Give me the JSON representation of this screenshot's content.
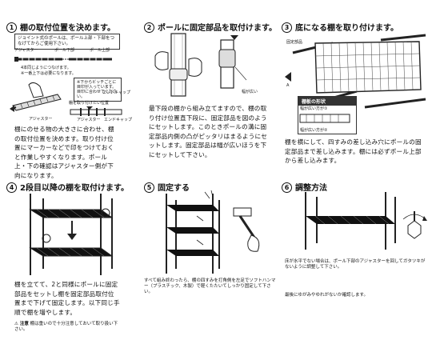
{
  "steps": {
    "s1": {
      "num": "1",
      "title": "棚の取付位置を決めます。",
      "note_top": "ジョイント式のポールは、ポール上部・下部をつなげてからご使用下さい。",
      "label_adjuster": "アジャスター",
      "label_pole_bottom": "ポール下部",
      "label_pole_top": "ポール上部",
      "note_mid": "4本同じようにつなげます。",
      "note_mid2": "※一番上下は必要になります。",
      "side_note": "※下からビッチごとに目印が入っています。目印に合わせてください。",
      "label_adj2": "アジャスター",
      "label_endcap": "エンドキャップ",
      "label_adj3": "アジャスター",
      "label_endcap2": "エンドキャップ",
      "label_position": "棚を取り付けたい位置",
      "body": "棚にのせる物の大きさに合わせ、棚の取付位置を決めます。取り付け位置にマーカーなどで印をつけておくと作業しやすくなります。ポール上・下の確認はアジャスター側が下向になります。"
    },
    "s2": {
      "num": "2",
      "title": "ポールに固定部品を取付けます。",
      "label_wide": "幅が広い",
      "body": "最下段の棚から組み立てますので、棚の取り付け位置直下段に、固定部品を図のようにセットします。このときポールの溝に固定部品内側の凸がピッタリはまるようにセットします。固定部品は幅が広いほうを下にセットして下さい。"
    },
    "s3": {
      "num": "3",
      "title": "底になる棚を取り付けます。",
      "label_fixing": "固定部品",
      "shape_title": "棚板の形状",
      "shape_wide": "幅が広い方が①",
      "shape_narrow": "幅が広い方が②",
      "body": "棚を横にして、四すみの差し込み穴にポールの固定部品まで差し込みます。棚には必ずポール上部から差し込みます。"
    },
    "s4": {
      "num": "4",
      "title": "2段目以降の棚を取付けます。",
      "body": "棚を立てて、2と同様にポールに固定部品をセットし棚を固定部品取付位置まで下げて固定します。以下同じ手順で棚を増やします。",
      "caution_label": "注意",
      "caution": "棚は重いので十分注意しておいて取り扱い下さい。"
    },
    "s5": {
      "num": "5",
      "title": "固定する",
      "body": "すべて組み終わったら、棚の四すみを打角側を左足でソフトハンマー（プラスチック、木製）で軽くたたいてしっかり固定して下さい。"
    },
    "s6": {
      "num": "6",
      "title": "調整方法",
      "body": "床が水平でない場合は、ポール下部のアジャスターを回してガタツキがないように調整して下さい。",
      "body2": "最後にゆがみやゆれがないか確認します。"
    }
  }
}
